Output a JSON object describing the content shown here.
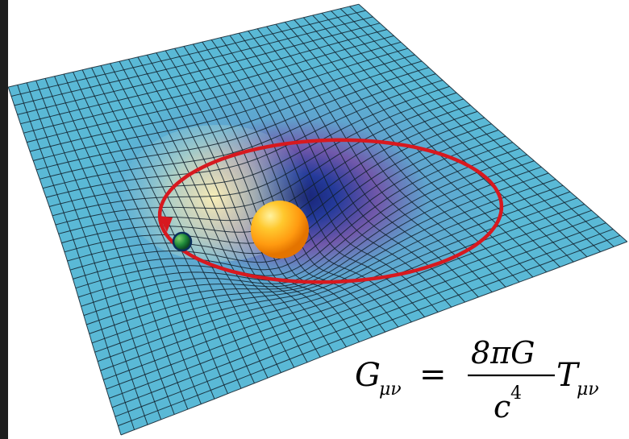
{
  "equation": {
    "lhs_symbol": "G",
    "lhs_subscript": "μν",
    "equals": "=",
    "numerator": "8πG",
    "denominator_base": "c",
    "denominator_exponent": "4",
    "rhs_symbol": "T",
    "rhs_subscript": "μν"
  },
  "colors": {
    "grid_line": "#10202c",
    "sheet_base": "#5bb7d8",
    "well_dark": "#1f2e86",
    "well_violet": "#6d4ea8",
    "well_yellow": "#f6f0b0",
    "orbit": "#d7191f",
    "star": "#ffb020",
    "planet": "#1f8a3a",
    "frame": "#1e1e1e",
    "background": "#ffffff"
  },
  "objects": {
    "central_mass": "star",
    "orbiting_body": "planet",
    "orbit_path": "orbit"
  }
}
